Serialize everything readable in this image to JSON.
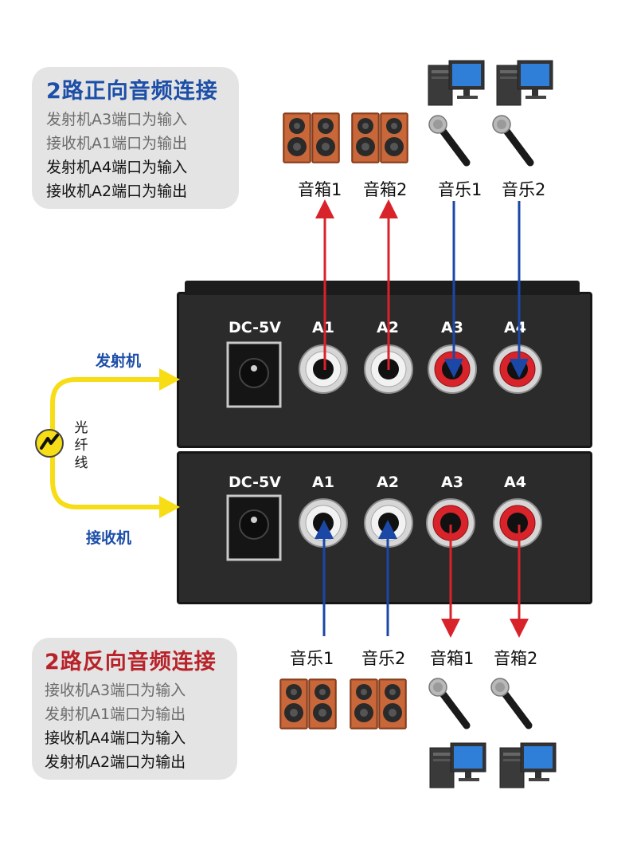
{
  "forward_box": {
    "title": "2路正向音频连接",
    "lines": [
      "发射机A3端口为输入",
      "接收机A1端口为输出",
      "发射机A4端口为输入",
      "接收机A2端口为输出"
    ]
  },
  "reverse_box": {
    "title": "2路反向音频连接",
    "lines": [
      "接收机A3端口为输入",
      "发射机A1端口为输出",
      "接收机A4端口为输入",
      "发射机A2端口为输出"
    ]
  },
  "top_devices": [
    "音箱1",
    "音箱2",
    "音乐1",
    "音乐2"
  ],
  "bottom_devices": [
    "音乐1",
    "音乐2",
    "音箱1",
    "音箱2"
  ],
  "transmitter_label": "发射机",
  "receiver_label": "接收机",
  "fiber_label": [
    "光",
    "纤",
    "线"
  ],
  "ports": {
    "power": "DC-5V",
    "a1": "A1",
    "a2": "A2",
    "a3": "A3",
    "a4": "A4"
  },
  "colors": {
    "blue_title": "#1d4fa8",
    "red_title": "#b8232a",
    "input_arrow": "#1b47a6",
    "output_arrow": "#d8232a",
    "fiber": "#f7dd16"
  }
}
